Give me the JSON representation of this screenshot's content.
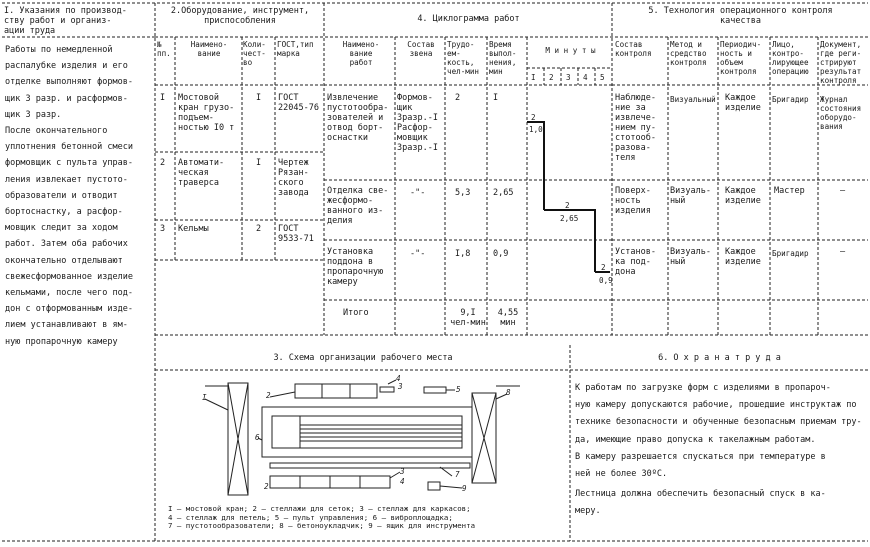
{
  "sec1": {
    "title": "I. Указания по производ-\nству работ и организ-\nации труда",
    "text": "Работы по немедленной\nраспалубке изделия и его\nотделке выполняют формов-\nщик 3 разр. и расформов-\nщик 3 разр.\nПосле окончательного\nуплотнения бетонной смеси\nформовщик с пульта управ-\nления извлекает пустото-\nобразователи и отводит\nбортоснастку, а расфор-\nмовщик следит за ходом\nработ. Затем оба рабочих\nокончательно отделывают\nсвежесформованное изделие\nкельмами, после чего под-\nдон с отформованным изде-\nлием устанавливают в ям-\nную пропарочную камеру"
  },
  "sec2": {
    "title": "2.Оборудование, инструмент,\nприспособления",
    "headers": [
      "№\nпп.",
      "Наимено-\nвание",
      "Коли-\nчест-\nво",
      "ГОСТ,тип\nмарка"
    ],
    "rows": [
      {
        "n": "I",
        "name": "Мостовой\nкран грузо-\nподъем-\nностью I0 т",
        "qty": "I",
        "gost": "ГОСТ\n22045-76"
      },
      {
        "n": "2",
        "name": "Автомати-\nческая\nтраверса",
        "qty": "I",
        "gost": "Чертеж\nРязан-\nского\nзавода"
      },
      {
        "n": "3",
        "name": "Кельмы",
        "qty": "2",
        "gost": "ГОСТ\n9533-71"
      }
    ]
  },
  "sec4": {
    "title": "4. Циклограмма  работ",
    "headers": [
      "Наимено-\nвание\nработ",
      "Состав\nзвена",
      "Трудо-\nем-\nкость,\nчел-мин",
      "Время\nвыпол-\nнения,\nмин"
    ],
    "minutes_label": "М и н у т ы",
    "minute_ticks": [
      "I",
      "2",
      "3",
      "4",
      "5"
    ],
    "rows": [
      {
        "work": "Извлечение\nпустотообра-\nзователей и\nотвод борт-\nоснастки",
        "crew": "Формов-\nщик\n3разр.-I\nРасфор-\nмовщик\n3разр.-I",
        "labor": "2",
        "time": "I"
      },
      {
        "work": "Отделка све-\nжесформо-\nванного из-\nделия",
        "crew": "-\"-",
        "labor": "5,3",
        "time": "2,65"
      },
      {
        "work": "Установка\nподдона в\nпропарочную\nкамеру",
        "crew": "-\"-",
        "labor": "I,8",
        "time": "0,9"
      }
    ],
    "total_label": "Итого",
    "total_labor": "9,I\nчел-мин",
    "total_time": "4,55\nмин",
    "gantt_labels": [
      {
        "top": "2",
        "bottom": "1,0"
      },
      {
        "top": "2",
        "bottom": "2,65"
      },
      {
        "top": "2",
        "bottom": "0,9"
      }
    ]
  },
  "sec5": {
    "title": "5. Технология операционного контроля\nкачества",
    "headers": [
      "Состав\nконтроля",
      "Метод и\nсредство\nконтроля",
      "Периодич-\nность и\nобъем\nконтроля",
      "Лицо,\nконтро-\nлирующее\nоперацию",
      "Документ,\nгде реги-\nстрируют\nрезультат\nконтроля"
    ],
    "rows": [
      {
        "what": "Наблюде-\nние за\nизвлече-\nнием пу-\nстотооб-\nразова-\nтеля",
        "method": "Визуальный",
        "freq": "Каждое\nизделие",
        "who": "Бригадир",
        "doc": "Журнал\nсостояния\nоборудо-\nвания"
      },
      {
        "what": "Поверх-\nность\nизделия",
        "method": "Визуаль-\nный",
        "freq": "Каждое\nизделие",
        "who": "Мастер",
        "doc": "–"
      },
      {
        "what": "Установ-\nка под-\nдона",
        "method": "Визуаль-\nный",
        "freq": "Каждое\nизделие",
        "who": "Бригадир",
        "doc": "–"
      }
    ]
  },
  "sec3": {
    "title": "3. Схема организации рабочего места",
    "callouts": [
      "I",
      "2",
      "3",
      "4",
      "5",
      "6",
      "7",
      "8",
      "9"
    ],
    "legend": "I – мостовой кран; 2 – стеллажи для сеток; 3 – стеллаж для каркасов;\n4 – стеллаж для петель; 5 – пульт управления; 6 – виброплощадка;\n7 – пустотообразователи; 8 – бетоноукладчик; 9 – ящик для инструмента"
  },
  "sec6": {
    "title": "6.  О х р а н а    т р у д а",
    "p1": "    К работам по загрузке форм с изделиями в пропароч-\nную камеру допускаются рабочие, прошедшие инструктаж по\nтехнике безопасности и обученные безопасным приемам тру-\nда, имеющие право допуска к такелажным работам.",
    "p2": "    В камеру разрешается спускаться при температуре в\nней не более 30ºС.",
    "p3": "    Лестница должна обеспечить безопасный спуск в ка-\nмеру."
  }
}
